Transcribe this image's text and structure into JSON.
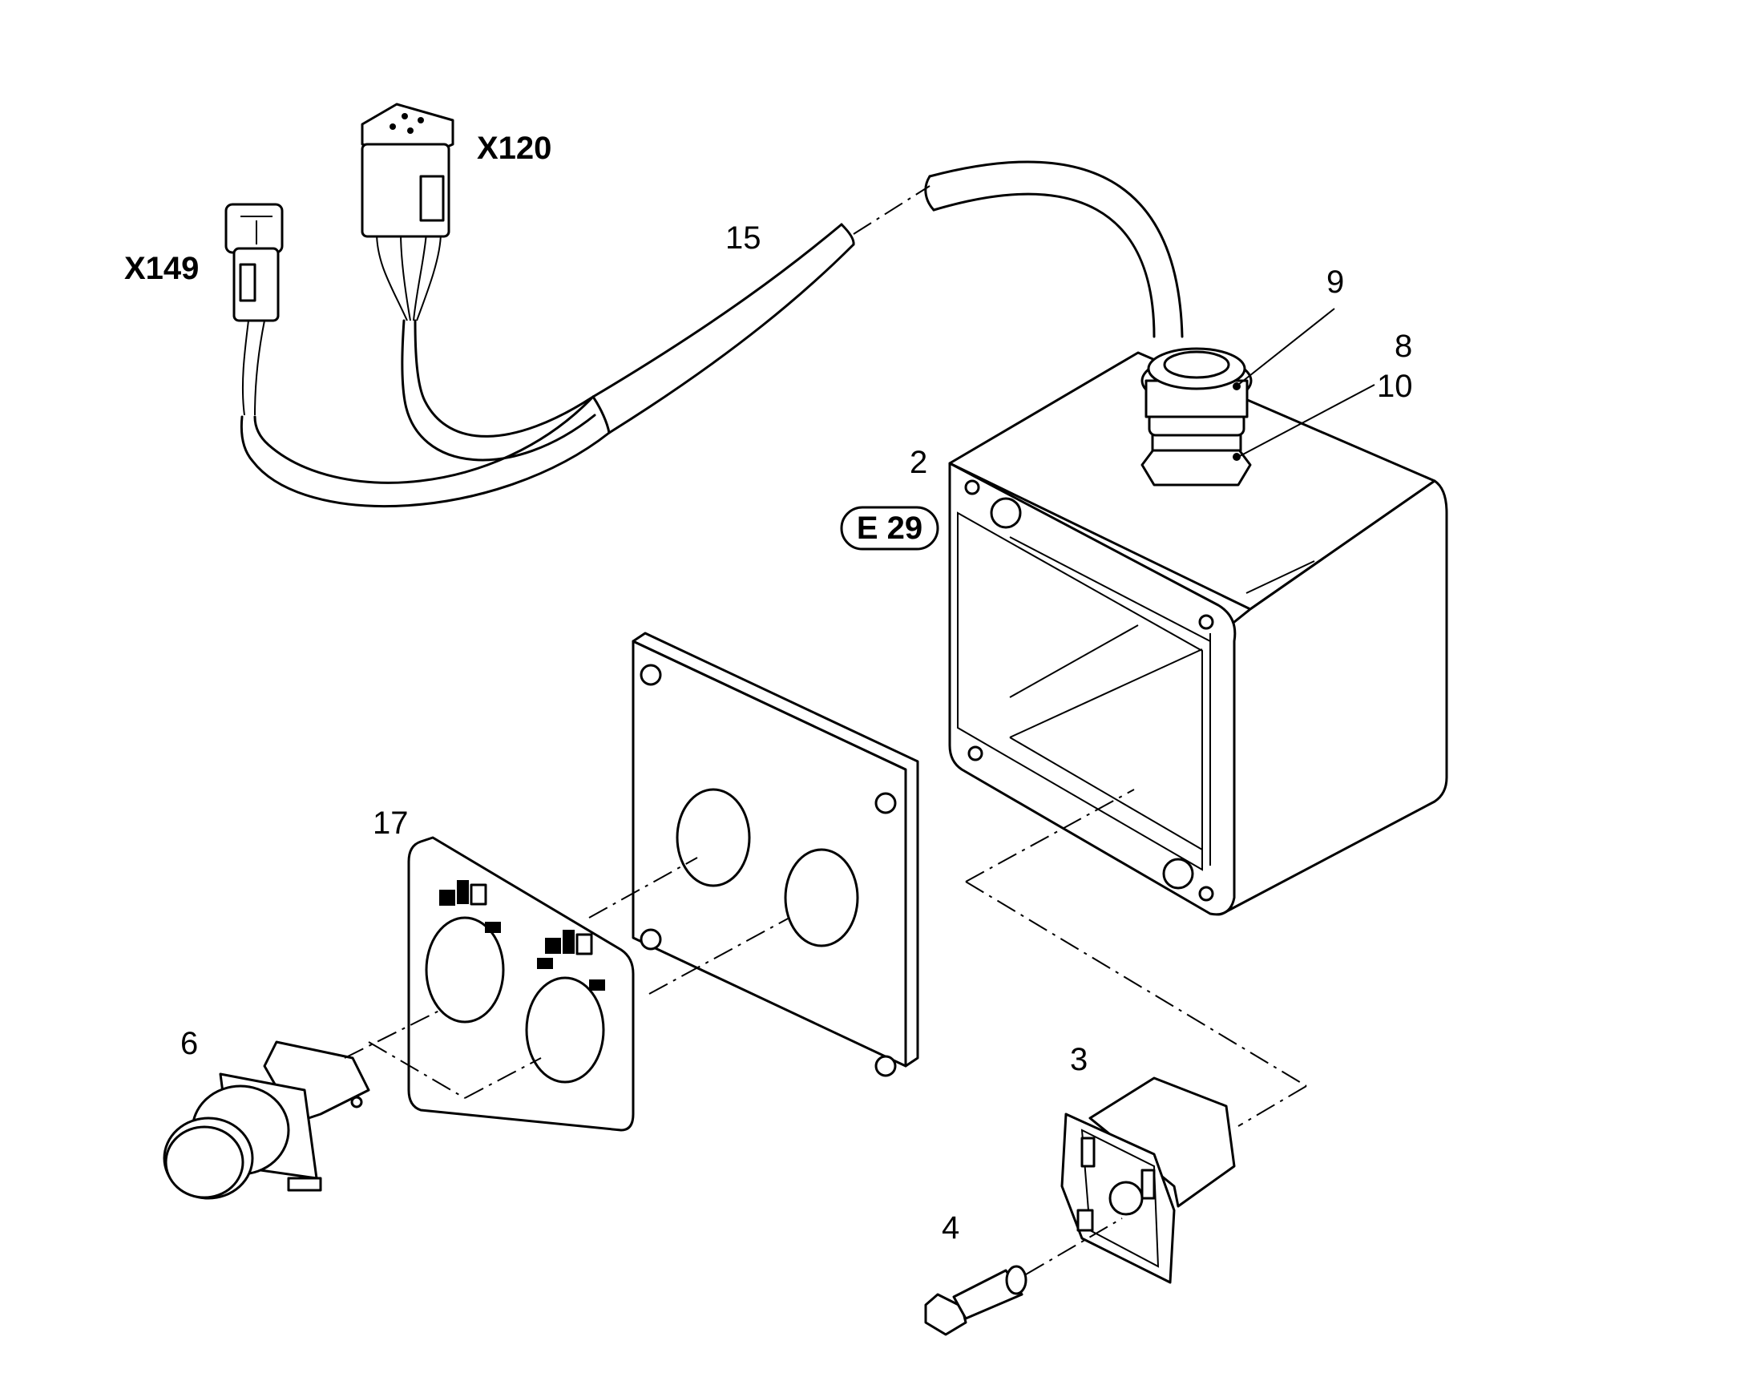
{
  "callouts": {
    "p2": "2",
    "p3": "3",
    "p4": "4",
    "p6": "6",
    "p8": "8",
    "p9": "9",
    "p10": "10",
    "p15": "15",
    "p17": "17"
  },
  "connectors": {
    "x120": "X120",
    "x149": "X149"
  },
  "reference_badge": "E 29",
  "colors": {
    "line": "#000000",
    "background": "#ffffff"
  }
}
